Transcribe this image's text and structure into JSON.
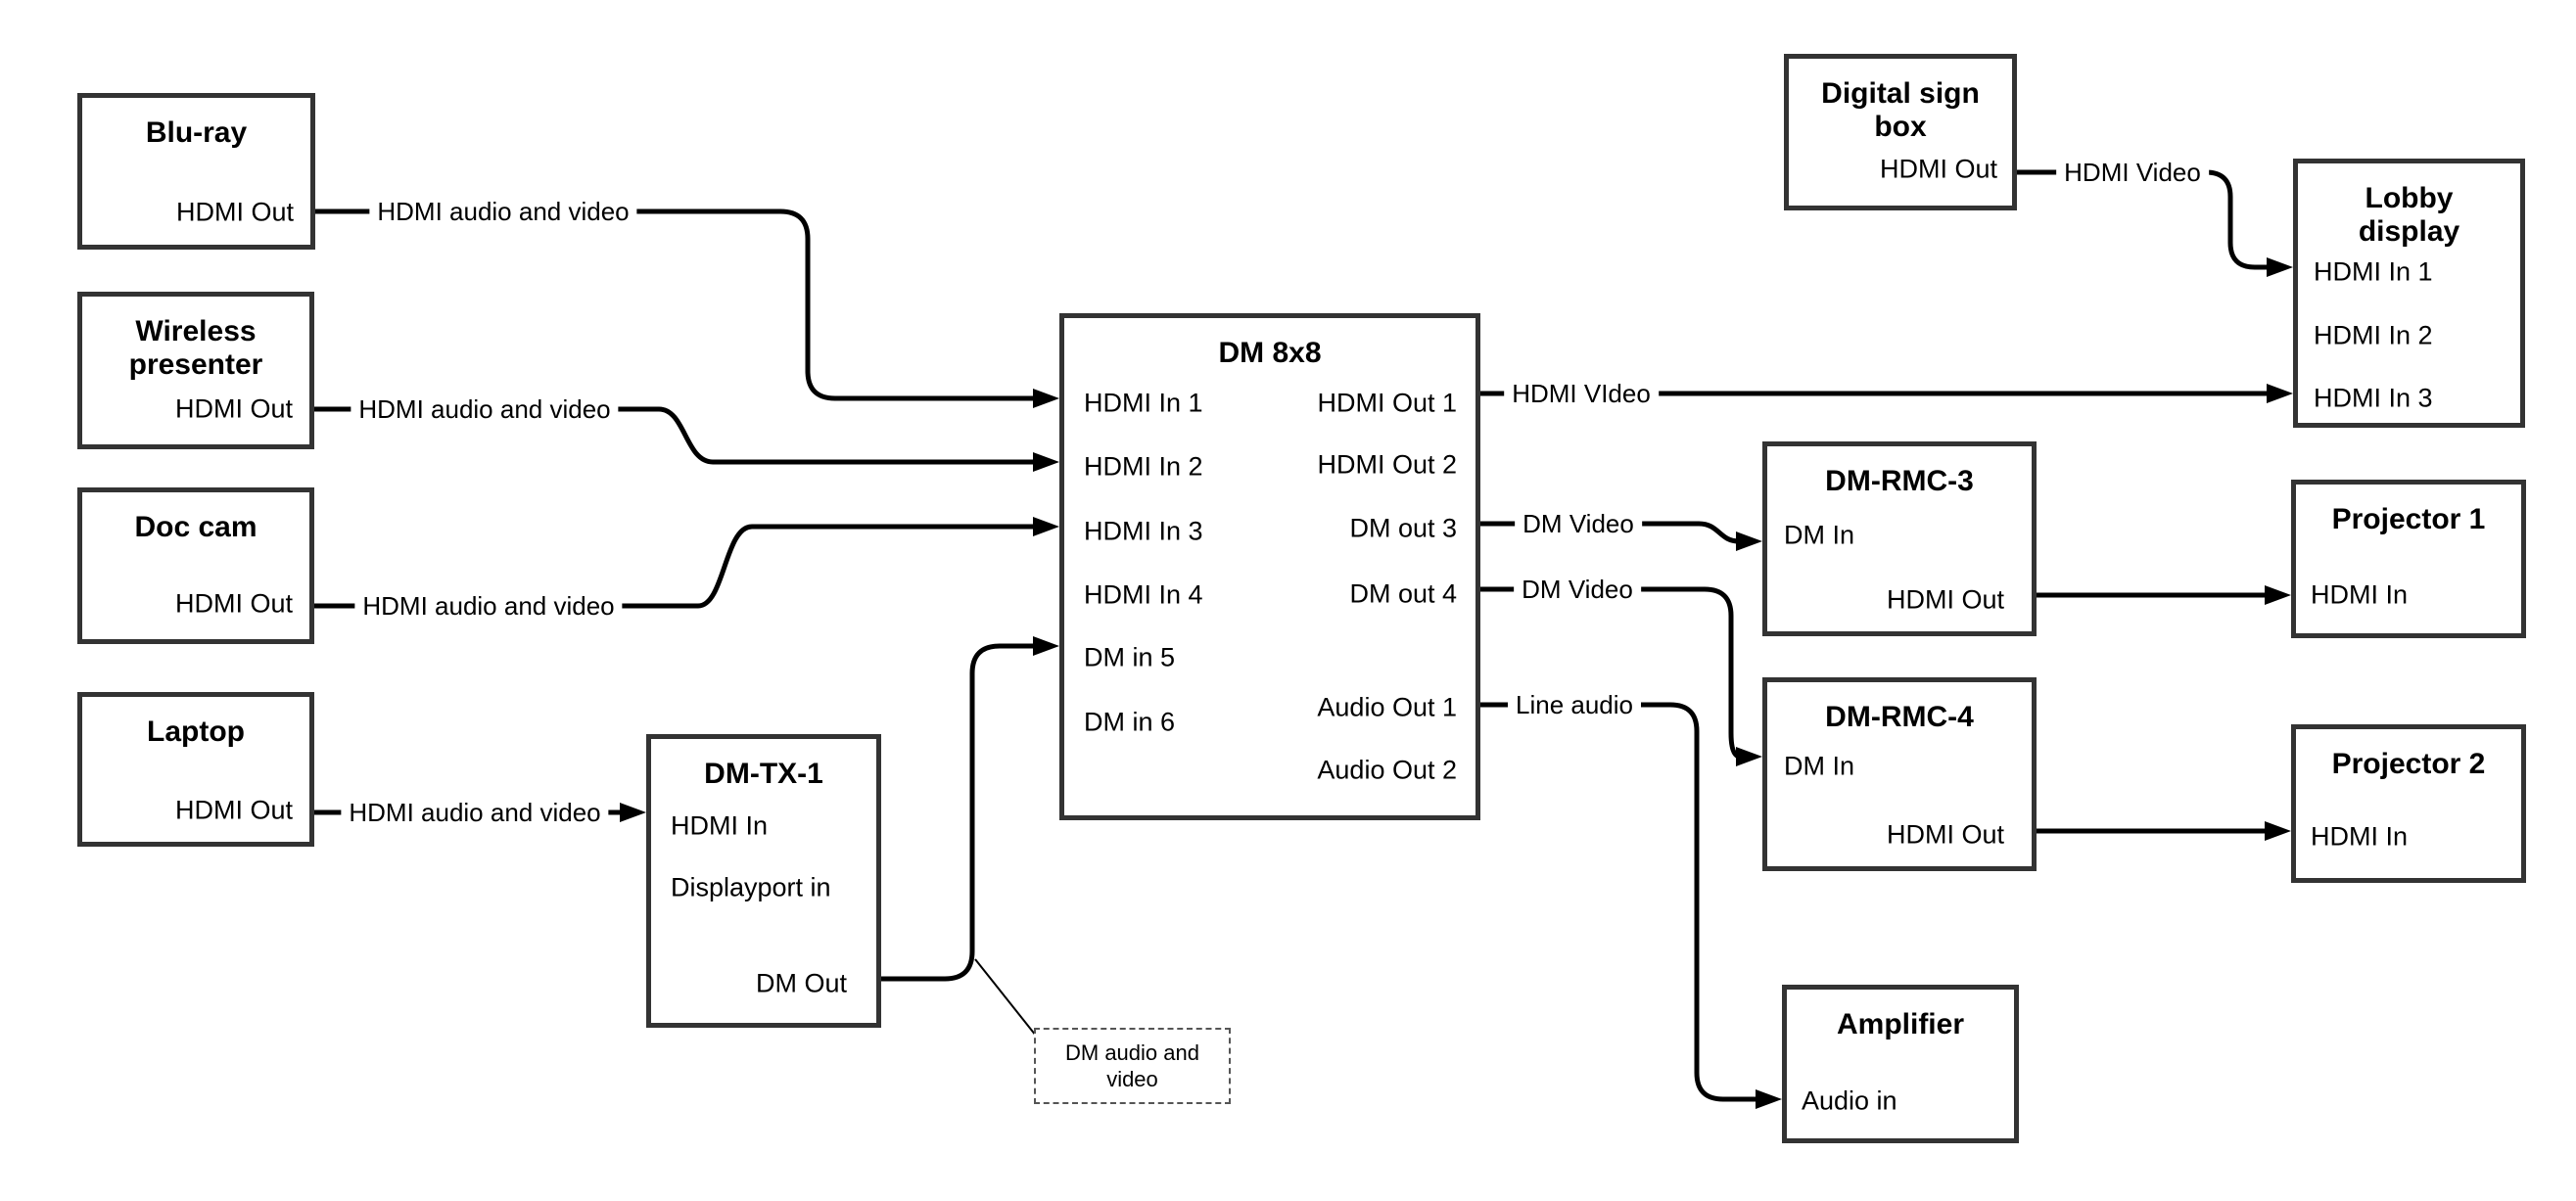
{
  "diagram": {
    "nodes": {
      "bluray": {
        "title": "Blu-ray",
        "ports": {
          "hdmi_out": "HDMI Out"
        }
      },
      "wireless": {
        "title": "Wireless\npresenter",
        "ports": {
          "hdmi_out": "HDMI Out"
        }
      },
      "doccam": {
        "title": "Doc cam",
        "ports": {
          "hdmi_out": "HDMI Out"
        }
      },
      "laptop": {
        "title": "Laptop",
        "ports": {
          "hdmi_out": "HDMI Out"
        }
      },
      "dmtx1": {
        "title": "DM-TX-1",
        "ports": {
          "hdmi_in": "HDMI In",
          "dp_in": "Displayport in",
          "dm_out": "DM Out"
        }
      },
      "dm8x8": {
        "title": "DM 8x8",
        "ports": {
          "in1": "HDMI In 1",
          "in2": "HDMI In 2",
          "in3": "HDMI In 3",
          "in4": "HDMI In 4",
          "in5": "DM in 5",
          "in6": "DM in 6",
          "out1": "HDMI Out 1",
          "out2": "HDMI Out 2",
          "out3": "DM out 3",
          "out4": "DM out 4",
          "aout1": "Audio Out 1",
          "aout2": "Audio Out 2"
        }
      },
      "digitalsign": {
        "title": "Digital sign\nbox",
        "ports": {
          "hdmi_out": "HDMI Out"
        }
      },
      "lobby": {
        "title": "Lobby\ndisplay",
        "ports": {
          "in1": "HDMI In 1",
          "in2": "HDMI In 2",
          "in3": "HDMI In 3"
        }
      },
      "dmrmc3": {
        "title": "DM-RMC-3",
        "ports": {
          "dm_in": "DM In",
          "hdmi_out": "HDMI Out"
        }
      },
      "proj1": {
        "title": "Projector 1",
        "ports": {
          "hdmi_in": "HDMI In"
        }
      },
      "dmrmc4": {
        "title": "DM-RMC-4",
        "ports": {
          "dm_in": "DM In",
          "hdmi_out": "HDMI Out"
        }
      },
      "proj2": {
        "title": "Projector 2",
        "ports": {
          "hdmi_in": "HDMI In"
        }
      },
      "amplifier": {
        "title": "Amplifier",
        "ports": {
          "audio_in": "Audio in"
        }
      }
    },
    "edge_labels": {
      "bluray_to_dm8x8": "HDMI audio and video",
      "wireless_to_dm8x8": "HDMI audio and video",
      "doccam_to_dm8x8": "HDMI audio and video",
      "laptop_to_dmtx1": "HDMI audio and video",
      "out1_to_lobby": "HDMI VIdeo",
      "sign_to_lobby": "HDMI Video",
      "out3_to_rmc3": "DM Video",
      "out4_to_rmc4": "DM Video",
      "audio1_to_amp": "Line audio",
      "dm_callout": "DM audio and\nvideo"
    },
    "colors": {
      "wire": "#000000",
      "border": "#333333",
      "text": "#000000",
      "background": "#ffffff"
    }
  }
}
